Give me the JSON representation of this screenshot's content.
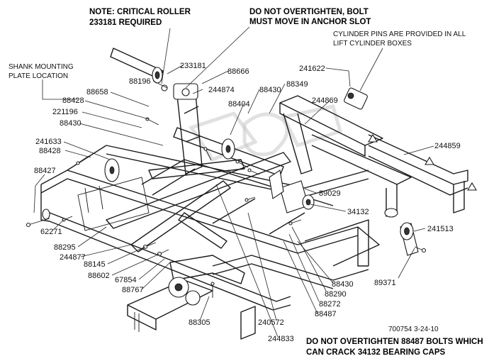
{
  "notes": {
    "critical_roller": [
      "NOTE: CRITICAL ROLLER",
      "233181 REQUIRED"
    ],
    "do_not_overtighten_bolt": [
      "DO NOT OVERTIGHTEN, BOLT",
      "MUST MOVE IN ANCHOR SLOT"
    ],
    "cylinder_pins": [
      "CYLINDER PINS ARE PROVIDED IN ALL",
      "LIFT CYLINDER BOXES"
    ],
    "shank_mounting": [
      "SHANK MOUNTING",
      "PLATE LOCATION"
    ],
    "bearing_caps": [
      "DO NOT OVERTIGHTEN 88487 BOLTS WHICH",
      "CAN CRACK 34132 BEARING CAPS"
    ]
  },
  "drawing_id": "700754  3-24-10",
  "part_labels": {
    "p233181": "233181",
    "p88666": "88666",
    "p88196": "88196",
    "p244874": "244874",
    "p241622": "241622",
    "p88658": "88658",
    "p88428_top": "88428",
    "p221196": "221196",
    "p88430_top": "88430",
    "p88349": "88349",
    "p88404": "88404",
    "p244869": "244869",
    "p88430_left": "88430",
    "p241633": "241633",
    "p88428_left": "88428",
    "p244859": "244859",
    "p88427": "88427",
    "p89029": "89029",
    "p34132": "34132",
    "p62271": "62271",
    "p241513": "241513",
    "p88295": "88295",
    "p244877": "244877",
    "p88145": "88145",
    "p88602": "88602",
    "p67854": "67854",
    "p88767": "88767",
    "p89371": "89371",
    "p88430_bottom": "88430",
    "p88290": "88290",
    "p88272": "88272",
    "p88487": "88487",
    "p88305": "88305",
    "p240572": "240572",
    "p244833": "244833"
  }
}
